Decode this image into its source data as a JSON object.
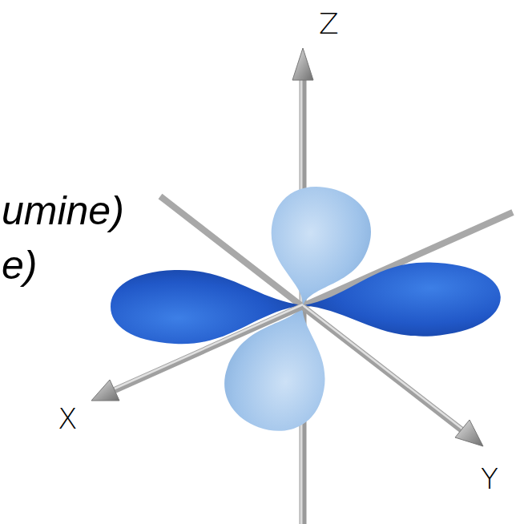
{
  "diagram": {
    "labels": [
      "umine)",
      "e)",
      "Z",
      "X",
      "Y"
    ]
  }
}
